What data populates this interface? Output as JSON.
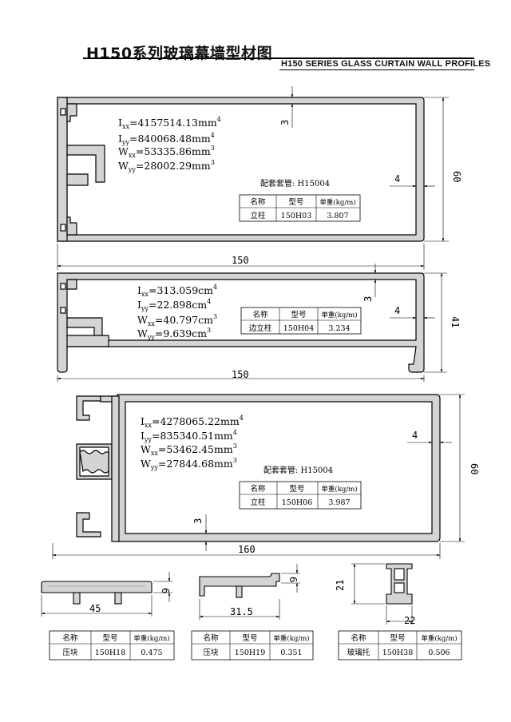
{
  "title_cn": "H150系列玻璃幕墙型材图",
  "title_en": "H150 SERIES  GLASS CURTAIN WALL PROFILES",
  "profile1": {
    "props": [
      {
        "sym": "I",
        "sub": "xx",
        "val": "=4157514.13mm",
        "sup": "4"
      },
      {
        "sym": "I",
        "sub": "yy",
        "val": "=840068.48mm",
        "sup": "4"
      },
      {
        "sym": "W",
        "sub": "xx",
        "val": "=53335.86mm",
        "sup": "3"
      },
      {
        "sym": "W",
        "sub": "yy",
        "val": "=28002.29mm",
        "sup": "3"
      }
    ],
    "sleeve": "配套套管: H15004",
    "dims": {
      "width": "150",
      "height": "60",
      "wall": "4",
      "top": "3"
    },
    "table": {
      "headers": [
        "名称",
        "型号",
        "单重(kg/m)"
      ],
      "row": [
        "立柱",
        "150H03",
        "3.807"
      ]
    }
  },
  "profile2": {
    "props": [
      {
        "sym": "I",
        "sub": "xx",
        "val": "=313.059cm",
        "sup": "4"
      },
      {
        "sym": "I",
        "sub": "yy",
        "val": "=22.898cm",
        "sup": "4"
      },
      {
        "sym": "W",
        "sub": "xx",
        "val": "=40.797cm",
        "sup": "3"
      },
      {
        "sym": "W",
        "sub": "yy",
        "val": "=9.639cm",
        "sup": "3"
      }
    ],
    "dims": {
      "width": "150",
      "height": "41",
      "wall": "4",
      "top": "3"
    },
    "table": {
      "headers": [
        "名称",
        "型号",
        "单重(kg/m)"
      ],
      "row": [
        "边立柱",
        "150H04",
        "3.234"
      ]
    }
  },
  "profile3": {
    "props": [
      {
        "sym": "I",
        "sub": "xx",
        "val": "=4278065.22mm",
        "sup": "4"
      },
      {
        "sym": "I",
        "sub": "yy",
        "val": "=835340.51mm",
        "sup": "4"
      },
      {
        "sym": "W",
        "sub": "xx",
        "val": "=53462.45mm",
        "sup": "3"
      },
      {
        "sym": "W",
        "sub": "yy",
        "val": "=27844.68mm",
        "sup": "3"
      }
    ],
    "sleeve": "配套套管: H15004",
    "dims": {
      "width": "160",
      "height": "60",
      "wall": "4",
      "bottom": "3"
    },
    "table": {
      "headers": [
        "名称",
        "型号",
        "单重(kg/m)"
      ],
      "row": [
        "立柱",
        "150H06",
        "3.987"
      ]
    }
  },
  "small": [
    {
      "dims": {
        "width": "45",
        "height": "6"
      },
      "table": {
        "headers": [
          "名称",
          "型号",
          "单重(kg/m)"
        ],
        "row": [
          "压块",
          "150H18",
          "0.475"
        ]
      }
    },
    {
      "dims": {
        "width": "31.5",
        "height": "6"
      },
      "table": {
        "headers": [
          "名称",
          "型号",
          "单重(kg/m)"
        ],
        "row": [
          "压块",
          "150H19",
          "0.351"
        ]
      }
    },
    {
      "dims": {
        "width": "22",
        "height": "21"
      },
      "table": {
        "headers": [
          "名称",
          "型号",
          "单重(kg/m)"
        ],
        "row": [
          "玻璃托",
          "150H38",
          "0.506"
        ]
      }
    }
  ]
}
